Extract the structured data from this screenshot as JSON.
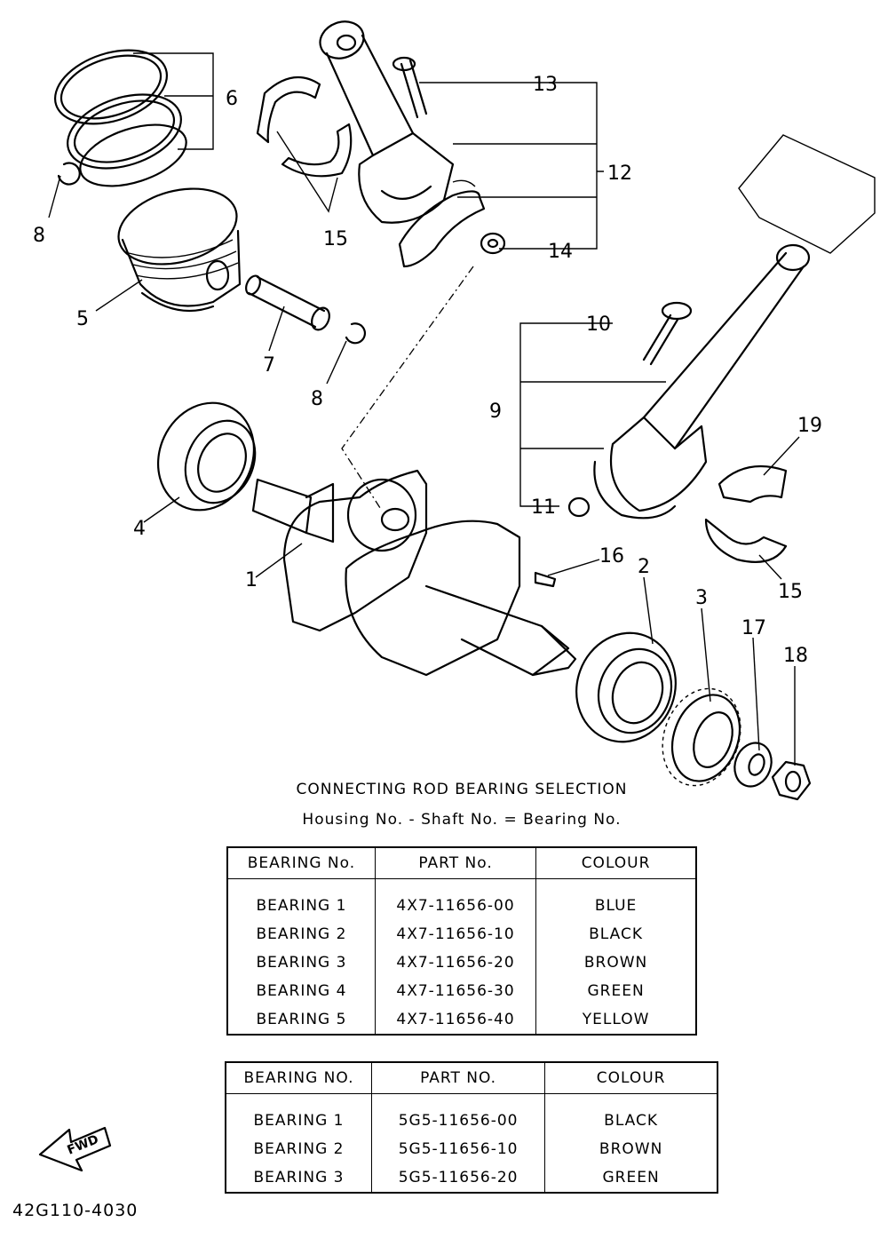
{
  "callouts": [
    "1",
    "2",
    "3",
    "4",
    "5",
    "6",
    "7",
    "8",
    "8",
    "9",
    "10",
    "11",
    "12",
    "13",
    "14",
    "15",
    "15",
    "16",
    "17",
    "18",
    "19"
  ],
  "fwd_label": "FWD",
  "selection_title": "CONNECTING ROD BEARING SELECTION",
  "selection_formula": "Housing No. - Shaft No. = Bearing No.",
  "table1": {
    "headers": [
      "BEARING No.",
      "PART No.",
      "COLOUR"
    ],
    "rows": [
      [
        "BEARING 1",
        "4X7-11656-00",
        "BLUE"
      ],
      [
        "BEARING 2",
        "4X7-11656-10",
        "BLACK"
      ],
      [
        "BEARING 3",
        "4X7-11656-20",
        "BROWN"
      ],
      [
        "BEARING 4",
        "4X7-11656-30",
        "GREEN"
      ],
      [
        "BEARING 5",
        "4X7-11656-40",
        "YELLOW"
      ]
    ]
  },
  "table2": {
    "headers": [
      "BEARING NO.",
      "PART NO.",
      "COLOUR"
    ],
    "rows": [
      [
        "BEARING 1",
        "5G5-11656-00",
        "BLACK"
      ],
      [
        "BEARING 2",
        "5G5-11656-10",
        "BROWN"
      ],
      [
        "BEARING 3",
        "5G5-11656-20",
        "GREEN"
      ]
    ]
  },
  "figure_number": "42G110-4030"
}
